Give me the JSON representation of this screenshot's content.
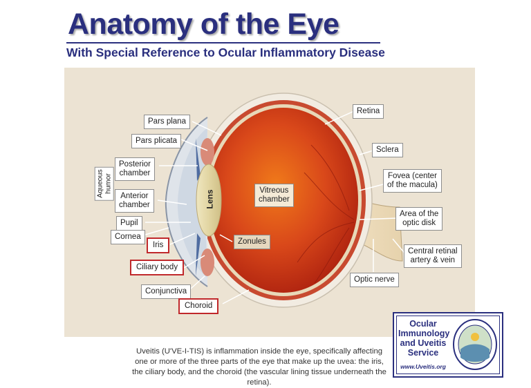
{
  "title": "Anatomy of the Eye",
  "subtitle": "With Special Reference to Ocular Inflammatory Disease",
  "labels": {
    "pars_plana": "Pars plana",
    "pars_plicata": "Pars plicata",
    "posterior_chamber": "Posterior\nchamber",
    "aqueous_humor": "Aqueous\nhumor",
    "anterior_chamber": "Anterior\nchamber",
    "pupil": "Pupil",
    "cornea": "Cornea",
    "iris": "Iris",
    "ciliary_body": "Ciliary body",
    "conjunctiva": "Conjunctiva",
    "choroid": "Choroid",
    "lens": "Lens",
    "zonules": "Zonules",
    "vitreous_chamber": "Vitreous\nchamber",
    "retina": "Retina",
    "sclera": "Sclera",
    "fovea": "Fovea (center\nof the macula)",
    "optic_disk": "Area of the\noptic disk",
    "central_retinal": "Central retinal\nartery & vein",
    "optic_nerve": "Optic nerve"
  },
  "caption": "Uveitis (U'VE-I-TIS) is inflammation inside the eye, specifically affecting one or more of the three parts of the eye that make up the uvea: the iris, the ciliary body, and the choroid (the vascular lining tissue underneath the retina).",
  "logo": {
    "name": "Ocular\nImmunology\nand Uveitis\nService",
    "url": "www.Uveitis.org"
  },
  "colors": {
    "title": "#2a2f7e",
    "highlight_border": "#c0282b",
    "panel": "#ece3d3",
    "vitreous": "#d23a14"
  }
}
